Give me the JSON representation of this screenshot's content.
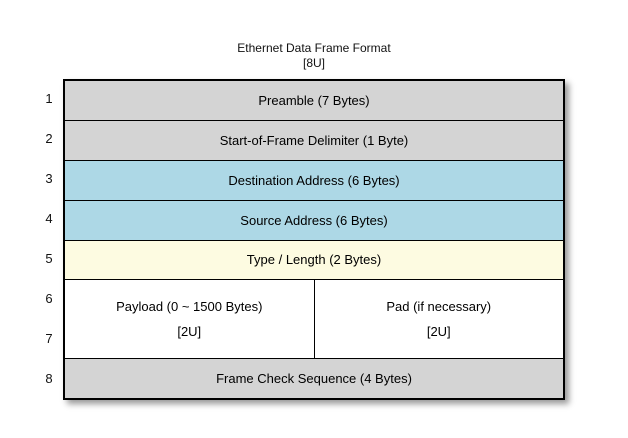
{
  "diagram": {
    "title": "Ethernet Data Frame Format",
    "subtitle": "[8U]",
    "colors": {
      "gray_fill": "#D4D4D4",
      "blue_fill": "#ADD8E6",
      "yellow_fill": "#FDFBE1",
      "white_fill": "#FFFFFF",
      "border": "#000000"
    },
    "row_numbers": [
      "1",
      "2",
      "3",
      "4",
      "5",
      "6",
      "7",
      "8"
    ],
    "fields": {
      "preamble": {
        "label": "Preamble (7 Bytes)"
      },
      "sfd": {
        "label": "Start-of-Frame Delimiter (1 Byte)"
      },
      "destination": {
        "label": "Destination Address (6 Bytes)"
      },
      "source": {
        "label": "Source Address (6 Bytes)"
      },
      "type_length": {
        "label": "Type / Length (2 Bytes)"
      },
      "payload": {
        "label": "Payload (0 ~ 1500 Bytes)",
        "sub": "[2U]"
      },
      "pad": {
        "label": "Pad (if necessary)",
        "sub": "[2U]"
      },
      "fcs": {
        "label": "Frame Check Sequence (4 Bytes)"
      }
    }
  }
}
